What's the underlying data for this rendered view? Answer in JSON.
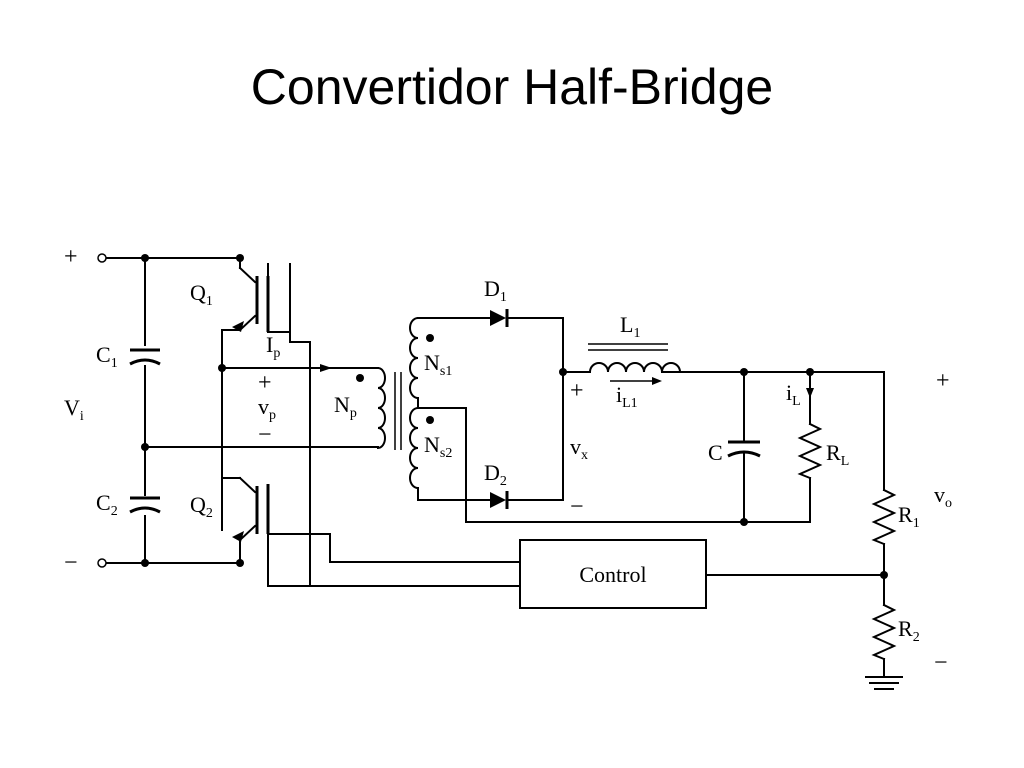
{
  "title": "Convertidor Half-Bridge",
  "labels": {
    "plus_in": "+",
    "minus_in": "−",
    "vi": "V",
    "vi_sub": "i",
    "c1": "C",
    "c1_sub": "1",
    "c2": "C",
    "c2_sub": "2",
    "q1": "Q",
    "q1_sub": "1",
    "q2": "Q",
    "q2_sub": "2",
    "ip": "I",
    "ip_sub": "p",
    "vp_plus": "+",
    "vp": "v",
    "vp_sub": "p",
    "vp_minus": "−",
    "np": "N",
    "np_sub": "p",
    "ns1": "N",
    "ns1_sub": "s1",
    "ns2": "N",
    "ns2_sub": "s2",
    "d1": "D",
    "d1_sub": "1",
    "d2": "D",
    "d2_sub": "2",
    "l1": "L",
    "l1_sub": "1",
    "il1": "i",
    "il1_sub": "L1",
    "vx_plus": "+",
    "vx": "v",
    "vx_sub": "x",
    "vx_minus": "−",
    "c": "C",
    "il": "i",
    "il_sub": "L",
    "rl": "R",
    "rl_sub": "L",
    "r1": "R",
    "r1_sub": "1",
    "r2": "R",
    "r2_sub": "2",
    "vo_plus": "+",
    "vo": "v",
    "vo_sub": "o",
    "vo_minus": "−",
    "control": "Control"
  },
  "colors": {
    "ink": "#000000",
    "background": "#ffffff"
  }
}
